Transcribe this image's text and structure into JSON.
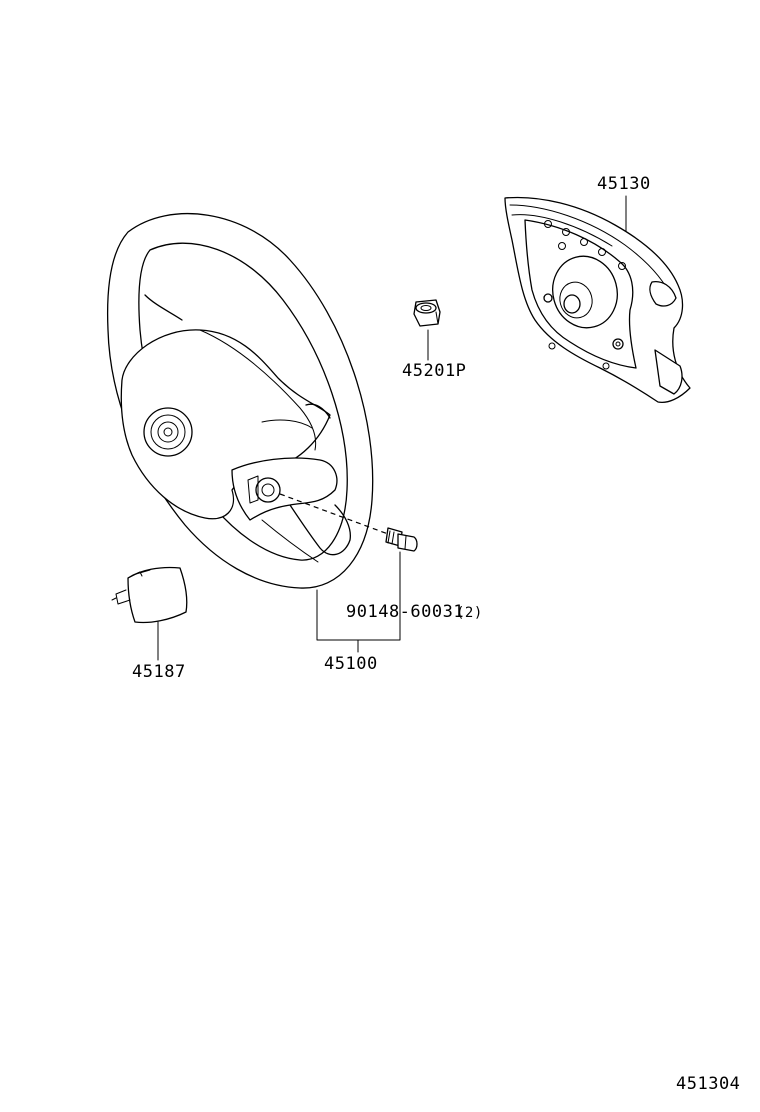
{
  "parts": {
    "airbag": {
      "number": "45130",
      "icon": "airbag-cover-icon"
    },
    "nut": {
      "number": "45201P",
      "icon": "hex-nut-icon"
    },
    "wheel": {
      "number": "45100",
      "icon": "steering-wheel-icon"
    },
    "bolt": {
      "number": "90148-60031",
      "qty": "(2)",
      "icon": "bolt-icon"
    },
    "switch_cover": {
      "number": "45187",
      "icon": "switch-cover-icon"
    }
  },
  "diagram_id": "451304"
}
